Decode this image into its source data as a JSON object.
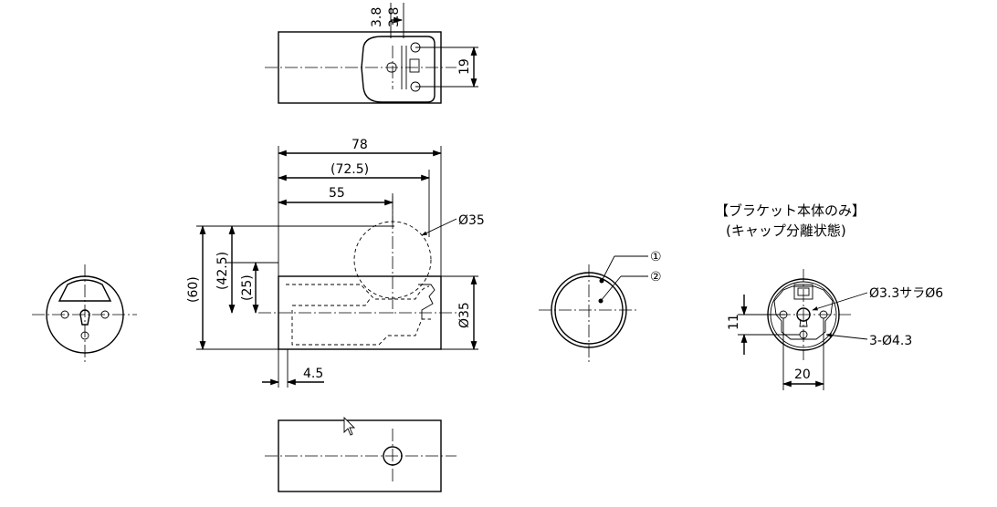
{
  "dimensions": {
    "top_a": "3.8",
    "top_b": "3.8",
    "top_c": "19",
    "overall_width": "78",
    "ref_width": "(72.5)",
    "hole_pos": "55",
    "tube_dia": "Ø35",
    "height_total": "(60)",
    "height_mid": "(42.5)",
    "height_small": "(25)",
    "body_dia": "Ø35",
    "wall": "4.5",
    "hole_spec": "Ø3.3サラØ6",
    "holes": "3-Ø4.3",
    "dim_11": "11",
    "dim_20": "20"
  },
  "balloons": {
    "b1": "①",
    "b2": "②"
  },
  "labels": {
    "bracket_title": "【ブラケット本体のみ】",
    "bracket_subtitle": "(キャップ分離状態)"
  }
}
